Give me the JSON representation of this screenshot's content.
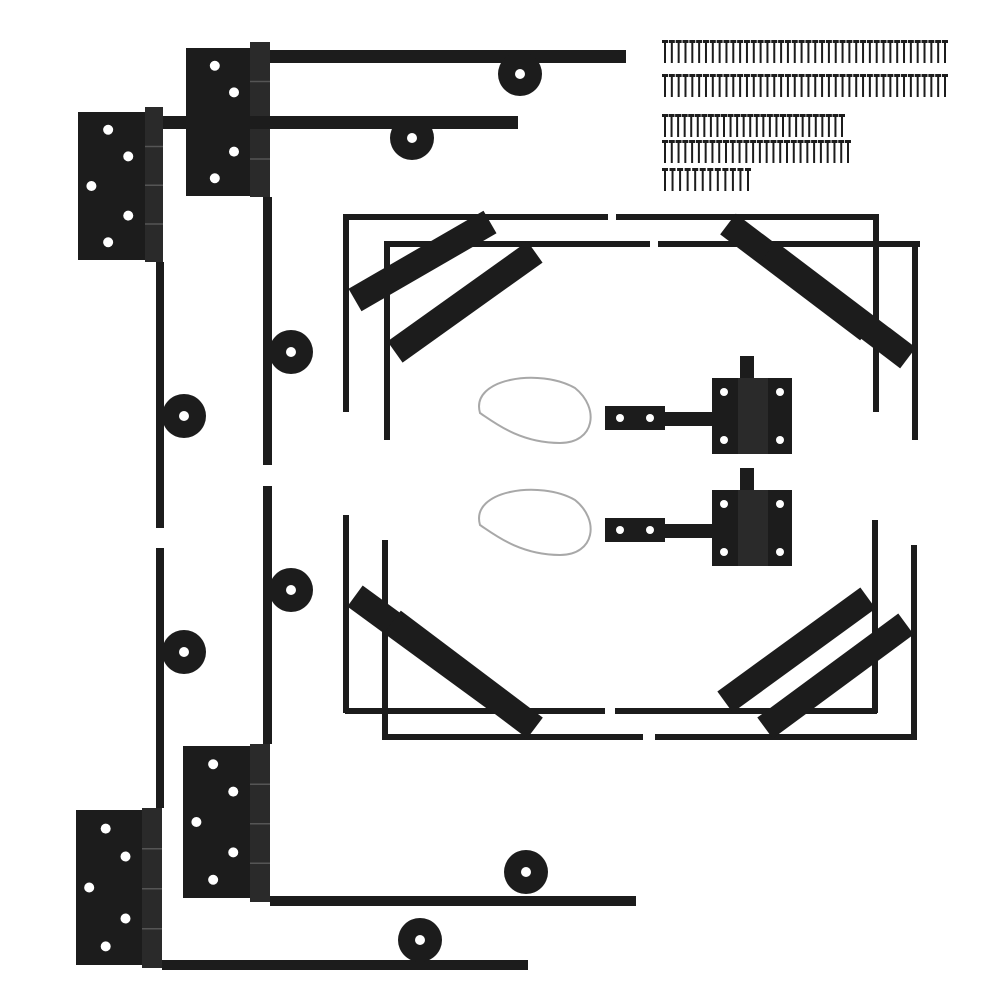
{
  "colors": {
    "background": "#ffffff",
    "hardware": "#1c1c1c",
    "hole": "#ffffff",
    "cable": "#a8a8a8"
  },
  "components": [
    {
      "name": "strap-hinge",
      "quantity": 4
    },
    {
      "name": "corner-brace-bracket",
      "quantity": 8
    },
    {
      "name": "gravity-gate-latch",
      "quantity": 2
    },
    {
      "name": "wire-lanyard",
      "quantity": 2
    },
    {
      "name": "screw-set",
      "quantity": 1
    }
  ]
}
